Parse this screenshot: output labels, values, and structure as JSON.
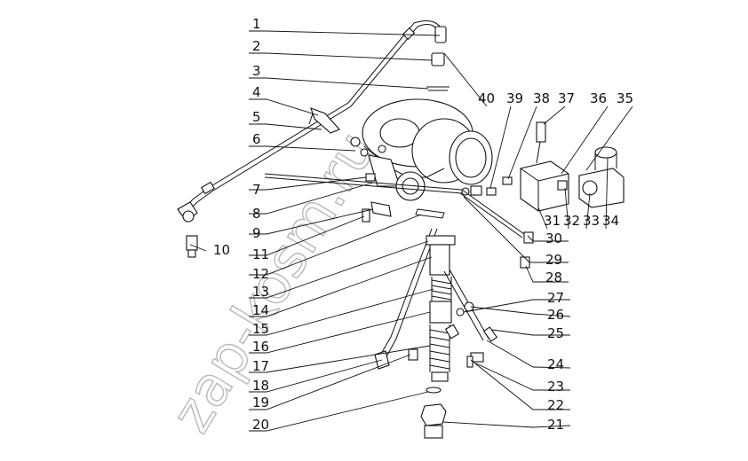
{
  "watermark": "zap-kosm.ru",
  "corner_mark": "",
  "callouts": {
    "c1": "1",
    "c2": "2",
    "c3": "3",
    "c4": "4",
    "c5": "5",
    "c6": "6",
    "c7": "7",
    "c8": "8",
    "c9": "9",
    "c10": "10",
    "c11": "11",
    "c12": "12",
    "c13": "13",
    "c14": "14",
    "c15": "15",
    "c16": "16",
    "c17": "17",
    "c18": "18",
    "c19": "19",
    "c20": "20",
    "c21": "21",
    "c22": "22",
    "c23": "23",
    "c24": "24",
    "c25": "25",
    "c26": "26",
    "c27": "27",
    "c28": "28",
    "c29": "29",
    "c30": "30",
    "c31": "31",
    "c32": "32",
    "c33": "33",
    "c34": "34",
    "c35": "35",
    "c36": "36",
    "c37": "37",
    "c38": "38",
    "c39": "39",
    "c40": "40"
  }
}
